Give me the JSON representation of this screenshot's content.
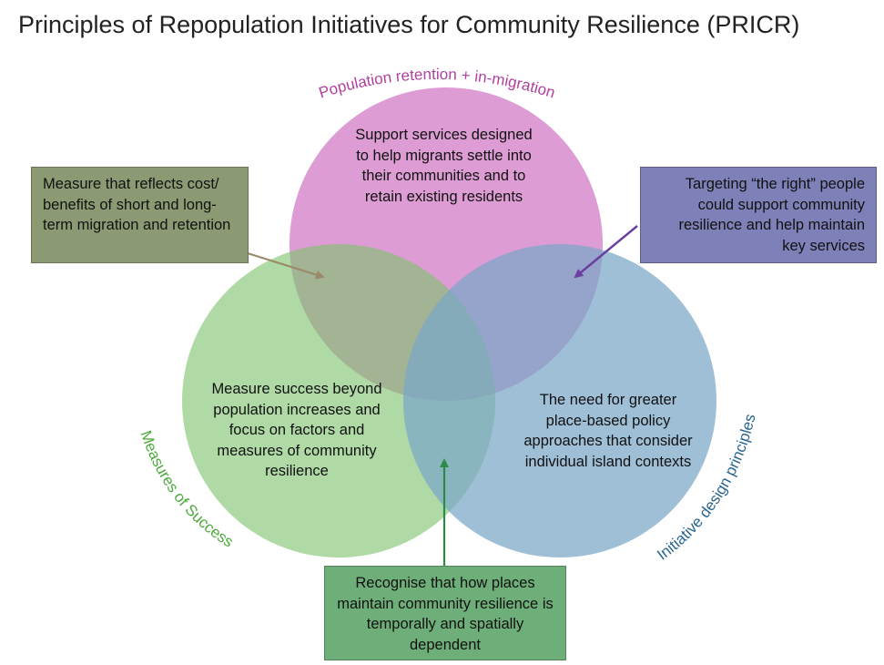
{
  "title": "Principles of Repopulation Initiatives for Community Resilience (PRICR)",
  "circles": {
    "top": {
      "label": "Population retention + in-migration",
      "text": "Support services designed to help migrants settle into their communities and to retain existing residents",
      "color": "#c85fb8",
      "label_color": "#b040a0"
    },
    "left": {
      "label": "Measures of Success",
      "text": "Measure success beyond population increases and focus on factors and measures of community resilience",
      "color": "#7fc46e",
      "label_color": "#4caa3c"
    },
    "right": {
      "label": "Initiative design principles",
      "text": "The need for greater place-based policy approaches that consider individual island contexts",
      "color": "#7aa6c8",
      "label_color": "#2a6690"
    }
  },
  "callouts": {
    "top_left": {
      "text": "Measure that reflects cost/ benefits of short and long-term migration and retention",
      "color": "#8b9a72"
    },
    "top_right": {
      "text": "Targeting “the right” people could support community resilience and help maintain key services",
      "color": "#7e80b8"
    },
    "bottom": {
      "text": "Recognise that how places maintain community resilience is temporally and spatially dependent",
      "color": "#6eae78"
    }
  }
}
